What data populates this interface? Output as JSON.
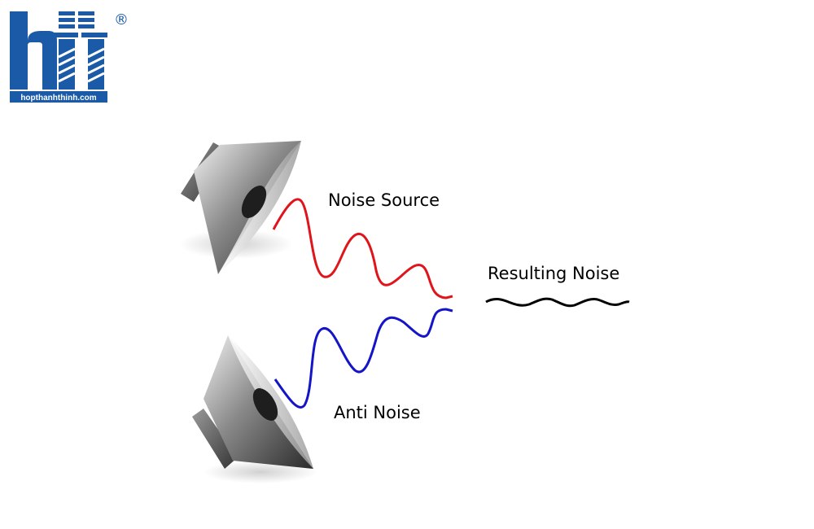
{
  "logo": {
    "registered_mark": "®",
    "site": "hopthanhthinh.com",
    "brand_color": "#1a5aa6"
  },
  "diagram": {
    "noise_source_label": "Noise Source",
    "resulting_noise_label": "Resulting Noise",
    "anti_noise_label": "Anti Noise",
    "noise_wave_color": "#e0141b",
    "anti_noise_wave_color": "#1414c8",
    "resulting_wave_color": "#000000"
  }
}
